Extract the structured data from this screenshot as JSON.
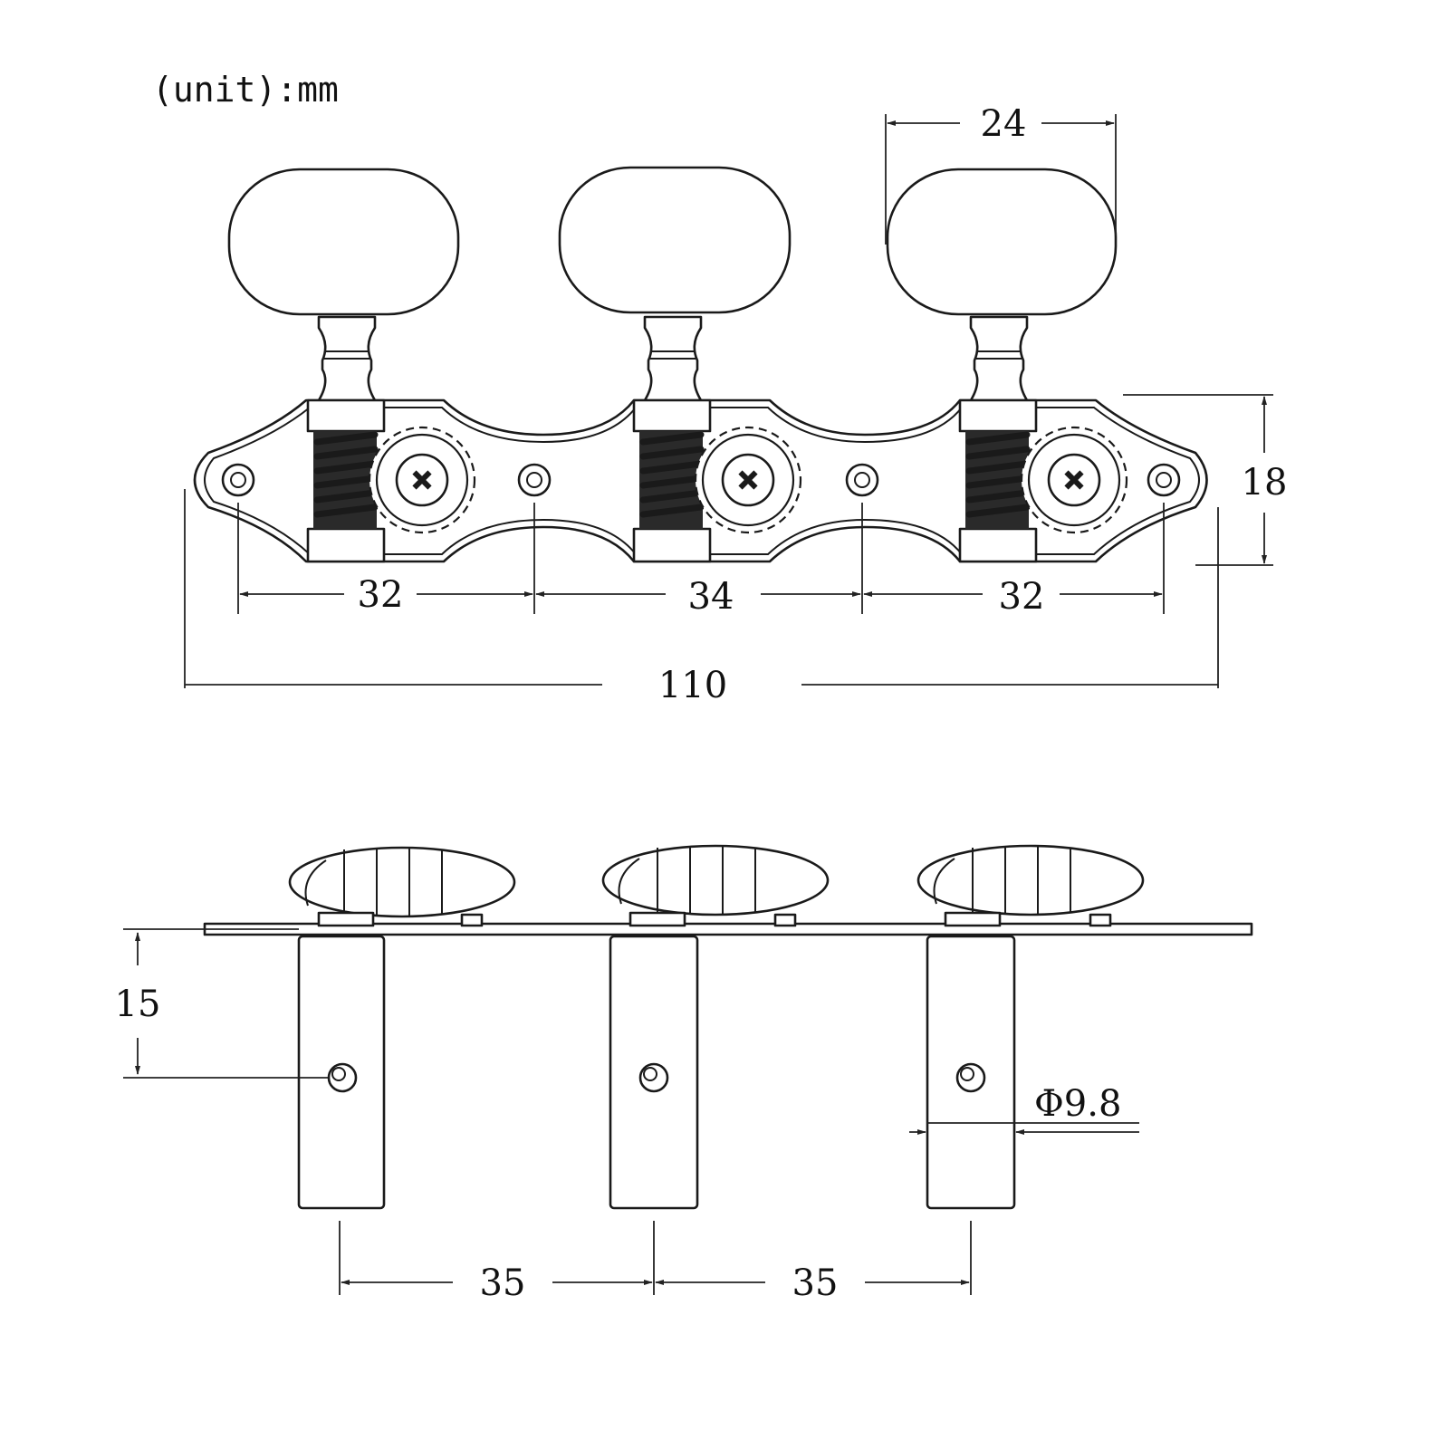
{
  "unit_label": "(unit):mm",
  "top_view": {
    "dims": {
      "knob_width": "24",
      "plate_height": "18",
      "hole_spacing_left": "32",
      "hole_spacing_middle": "34",
      "hole_spacing_right": "32",
      "overall_length": "110"
    }
  },
  "side_view": {
    "dims": {
      "post_hole_offset": "15",
      "post_spacing_left": "35",
      "post_spacing_right": "35",
      "hole_diameter": "Φ9.8"
    }
  }
}
